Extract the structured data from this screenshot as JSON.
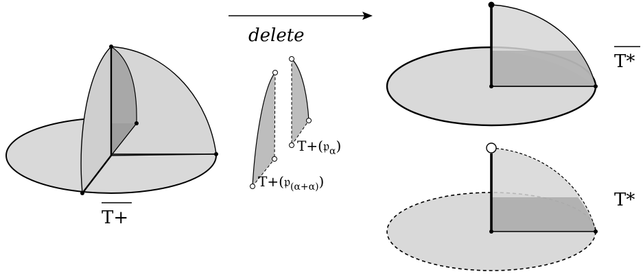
{
  "diagram": {
    "arrow_label": "delete",
    "left_shape": {
      "label": "T+",
      "overline": true
    },
    "middle_pieces": [
      {
        "label_main": "T+(",
        "label_sub": "(α+α)",
        "label_close": ")",
        "fraktur": "𝔭"
      },
      {
        "label_main": "T+(",
        "label_sub": "α",
        "label_close": ")",
        "fraktur": "𝔭"
      }
    ],
    "top_right_shape": {
      "label": "T*",
      "overline": true
    },
    "bottom_right_shape": {
      "label": "T*",
      "overline": false
    },
    "colors": {
      "light_fill": "#d9d9d9",
      "mid_fill": "#bdbdbd",
      "dark_fill": "#a8a8a8",
      "stroke": "#000000"
    }
  }
}
